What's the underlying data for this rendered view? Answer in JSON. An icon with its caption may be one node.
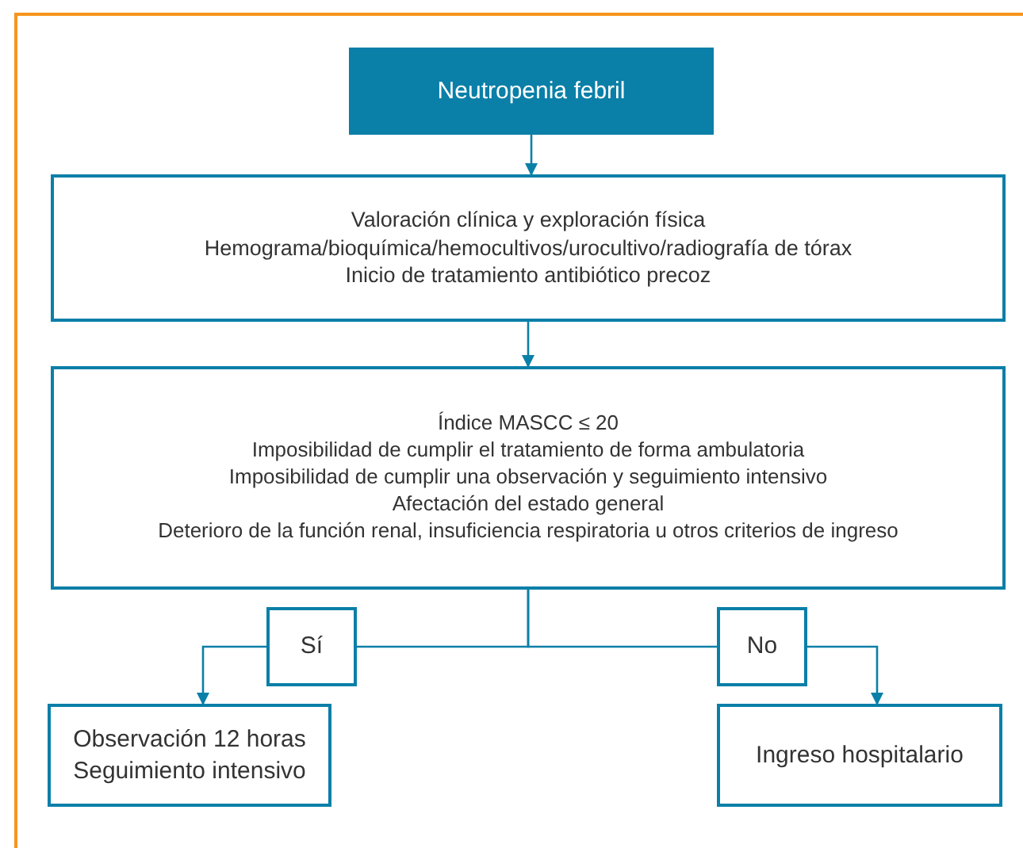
{
  "diagram": {
    "nodes": [
      {
        "text": [
          "Neutropenia febril"
        ]
      },
      {
        "text": [
          "Valoración clínica y exploración física",
          "Hemograma/bioquímica/hemocultivos/urocultivo/radiografía de tórax",
          "Inicio de tratamiento antibiótico precoz"
        ]
      },
      {
        "text": [
          "Índice MASCC ≤ 20",
          "Imposibilidad de cumplir el tratamiento de forma ambulatoria",
          "Imposibilidad de cumplir una observación y seguimiento intensivo",
          "Afectación del estado general",
          "Deterioro de la función renal, insuficiencia respiratoria u otros criterios de ingreso"
        ]
      },
      {
        "text": [
          "Sí"
        ]
      },
      {
        "text": [
          "No"
        ]
      },
      {
        "text": [
          "Observación 12 horas",
          "Seguimiento intensivo"
        ]
      },
      {
        "text": [
          "Ingreso hospitalario"
        ]
      }
    ],
    "edges": [
      {
        "from": 0,
        "to": 1,
        "arrow": "to"
      },
      {
        "from": 1,
        "to": 2,
        "arrow": "to"
      },
      {
        "from": 2,
        "to": 3,
        "arrow": "none"
      },
      {
        "from": 2,
        "to": 4,
        "arrow": "none"
      },
      {
        "from": 3,
        "to": 5,
        "arrow": "to"
      },
      {
        "from": 4,
        "to": 6,
        "arrow": "to"
      }
    ]
  }
}
